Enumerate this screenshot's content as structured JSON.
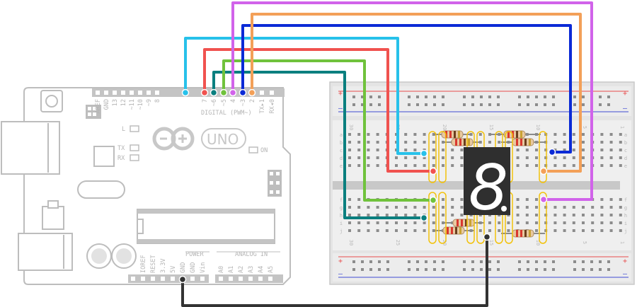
{
  "arduino": {
    "logo_text": "UNO",
    "digital_label": "DIGITAL (PWM~)",
    "power_label": "POWER",
    "analog_label": "ANALOG IN",
    "on_label": "ON",
    "tx_label": "TX",
    "rx_label": "RX",
    "l_label": "L",
    "digital_pins": [
      "AREF",
      "GND",
      "13",
      "12",
      "~11",
      "~10",
      "~9",
      "8",
      "7",
      "~6",
      "~5",
      "4",
      "~3",
      "2",
      "TX▸1",
      "RX◂0"
    ],
    "power_pins": [
      "IOREF",
      "RESET",
      "3.3V",
      "5V",
      "GND",
      "GND",
      "Vin"
    ],
    "analog_pins": [
      "A0",
      "A1",
      "A2",
      "A3",
      "A4",
      "A5"
    ]
  },
  "breadboard": {
    "rows_top": [
      "a",
      "b",
      "c",
      "d",
      "e"
    ],
    "rows_bottom": [
      "f",
      "g",
      "h",
      "i",
      "j"
    ],
    "column_numbers": [
      "30",
      "25",
      "20",
      "15",
      "10",
      "5",
      "1"
    ],
    "rail_plus": "+",
    "rail_minus": "–"
  },
  "display": {
    "digit": "8"
  },
  "colors": {
    "cyan_wire": "#27c1ea",
    "red_wire": "#f0524f",
    "teal_wire": "#0a7f7f",
    "green_wire": "#70c23c",
    "magenta_wire": "#d163ea",
    "blue_wire": "#0b2ad6",
    "orange_wire": "#f3a058",
    "black_wire": "#333333"
  }
}
